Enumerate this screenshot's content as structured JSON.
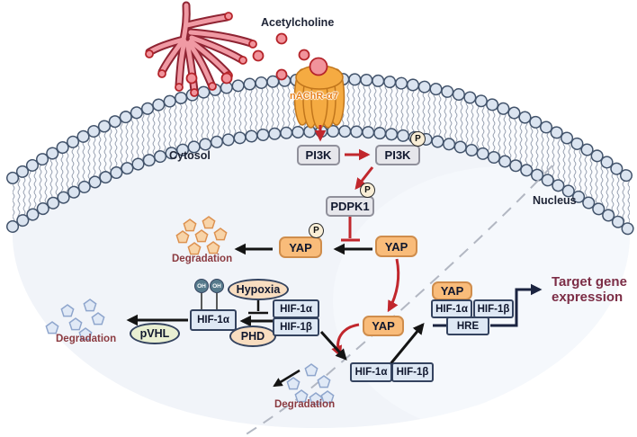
{
  "region_labels": {
    "acetylcholine": "Acetylcholine",
    "cytosol": "Cytosol",
    "nucleus": "Nucleus"
  },
  "receptor": {
    "label": "nAChR-α7"
  },
  "nodes": {
    "pi3k": "PI3K",
    "pdpk1": "PDPK1",
    "yap": "YAP",
    "hif1a": "HIF-1α",
    "hif1b": "HIF-1β",
    "hre": "HRE",
    "hypoxia": "Hypoxia",
    "phd": "PHD",
    "pvhl": "pVHL",
    "phosphate": "P",
    "hydroxyl": "OH"
  },
  "annotations": {
    "degradation": "Degradation",
    "target_gene_line1": "Target gene",
    "target_gene_line2": "expression"
  },
  "colors": {
    "red_arrow": "#c1272d",
    "black_arrow": "#141414",
    "navy": "#1b2440",
    "orange_node_fill": "#f9bc7a",
    "orange_node_border": "#cf8d4c",
    "gray_node_fill": "#e6e6eb",
    "gray_node_border": "#90909b",
    "blue_node_fill": "#dee8f4",
    "blue_node_border": "#34435f",
    "peach_fill": "#f8ddc0",
    "green_fill": "#e9efd2",
    "cream_p": "#f9eed6",
    "oh_fill": "#567a8c",
    "maroon_heading": "#7c2d46",
    "degradation_text": "#8b3a40",
    "membrane_head": "#dbe4f0",
    "receptor_orange": "#f5ab42",
    "receptor_border": "#c1761c",
    "receptor_label": "#e8821e",
    "nerve_pink": "#f09aa4",
    "nerve_outline": "#8f2433",
    "ach_dot": "#f1939b",
    "pentagon_orange_fill": "#f8d4a8",
    "pentagon_orange_border": "#dd9251",
    "pentagon_blue_fill": "#e0e9f6",
    "pentagon_blue_border": "#8fa6cd",
    "dashed_line": "#b2b7c2",
    "cell_interior": "#f1f4f9",
    "dark_text": "#1d2335"
  }
}
